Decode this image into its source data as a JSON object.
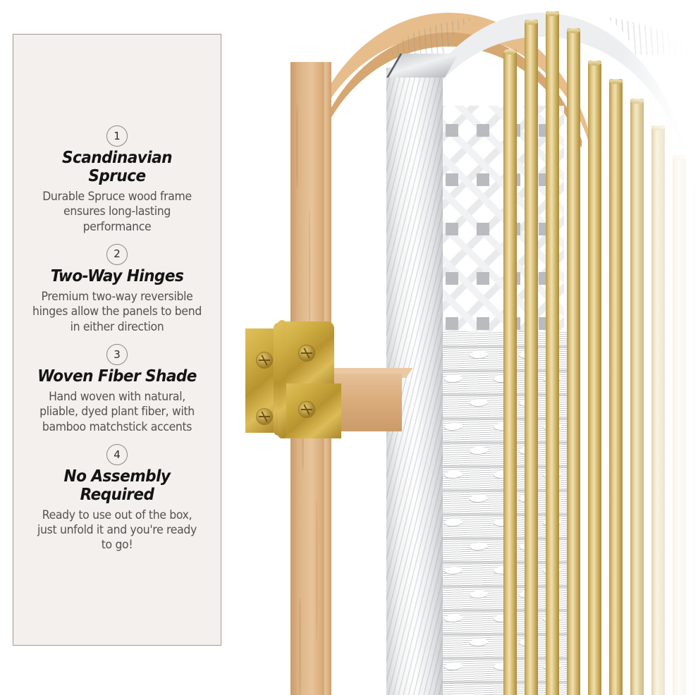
{
  "card": {
    "features": [
      {
        "number": "1",
        "title": "Scandinavian Spruce",
        "body": "Durable Spruce wood frame ensures long-lasting performance"
      },
      {
        "number": "2",
        "title": "Two-Way Hinges",
        "body": "Premium two-way reversible hinges allow the panels to bend in either direction"
      },
      {
        "number": "3",
        "title": "Woven Fiber Shade",
        "body": "Hand woven with natural, pliable, dyed plant fiber, with bamboo matchstick accents"
      },
      {
        "number": "4",
        "title": "No Assembly Required",
        "body": "Ready to use out of the box, just unfold it and you're ready to go!"
      }
    ]
  },
  "product": {
    "alt": "Folding room divider screen with arched spruce frame, white woven fiber shade panels and bamboo matchstick rods",
    "parts": {
      "arch_rail": "arched-spruce-top-rail",
      "post": "spruce-vertical-post",
      "cross_rail": "spruce-horizontal-cross-rail",
      "stile": "white-woven-fiber-stile",
      "lattice": "diamond-lattice-openwork",
      "weave": "woven-fiber-shade-panel",
      "hinge": "brass-two-way-hinge",
      "rods": "bamboo-matchstick-rods"
    }
  },
  "colors": {
    "card_bg": "#f3f0ed",
    "card_border": "#9e9a97",
    "title_text": "#141414",
    "body_text": "#555150",
    "spruce_wood": "#e8c49a",
    "spruce_shadow": "#c2915f",
    "woven_fiber": "#eceef0",
    "fiber_shadow": "#c9cbce",
    "brass": "#cfae44",
    "bamboo": "#dcc37e",
    "page_bg": "#ffffff"
  }
}
